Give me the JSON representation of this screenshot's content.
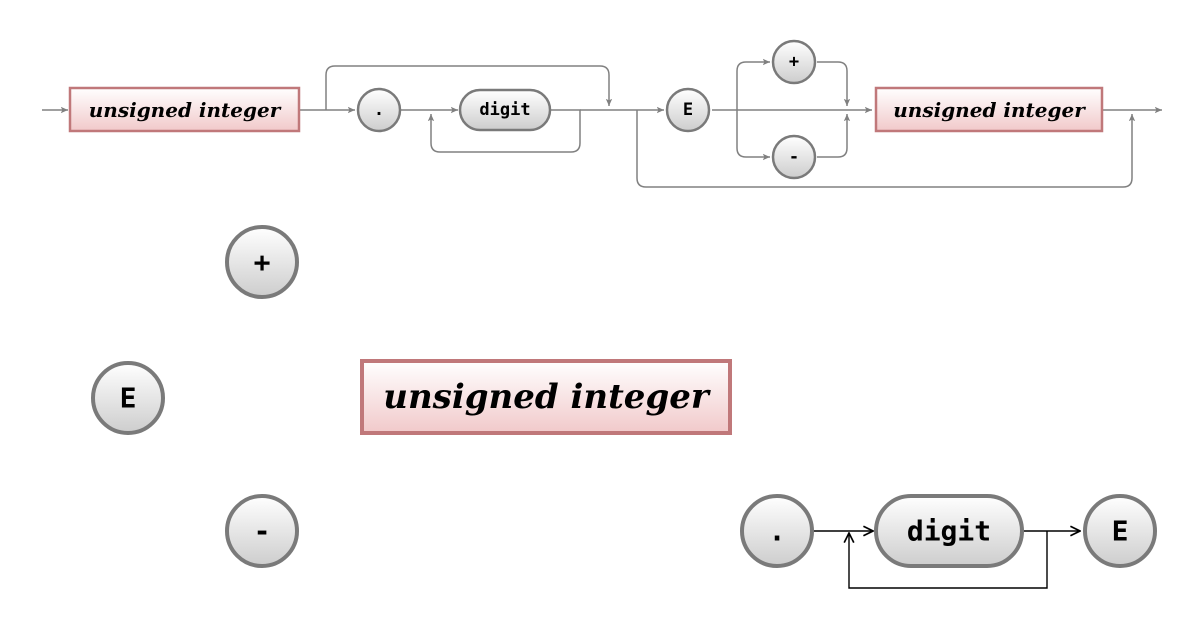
{
  "diagram": {
    "nonterminal_unsigned_integer": "unsigned integer",
    "terminal_dot": ".",
    "terminal_digit": "digit",
    "terminal_E": "E",
    "terminal_plus": "+",
    "terminal_minus": "-"
  },
  "legend": {
    "plus": "+",
    "E": "E",
    "unsigned_integer": "unsigned integer",
    "minus": "-",
    "dot": ".",
    "digit": "digit",
    "E2": "E"
  },
  "colors": {
    "line": "#808080",
    "nonterminal_border": "#c0787a",
    "nonterminal_fill_top": "#ffffff",
    "nonterminal_fill_bottom": "#f1c9ca",
    "terminal_border": "#7a7a7a",
    "terminal_fill_top": "#ffffff",
    "terminal_fill_bottom": "#cfcfcf"
  }
}
